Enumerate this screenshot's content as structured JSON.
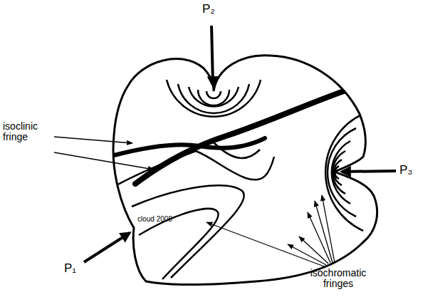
{
  "diagram": {
    "labels": [
      "P₂",
      "isoclinic fringe",
      "P₃",
      "cloud 2008",
      "P₁",
      "isochromatic fringes"
    ]
  }
}
